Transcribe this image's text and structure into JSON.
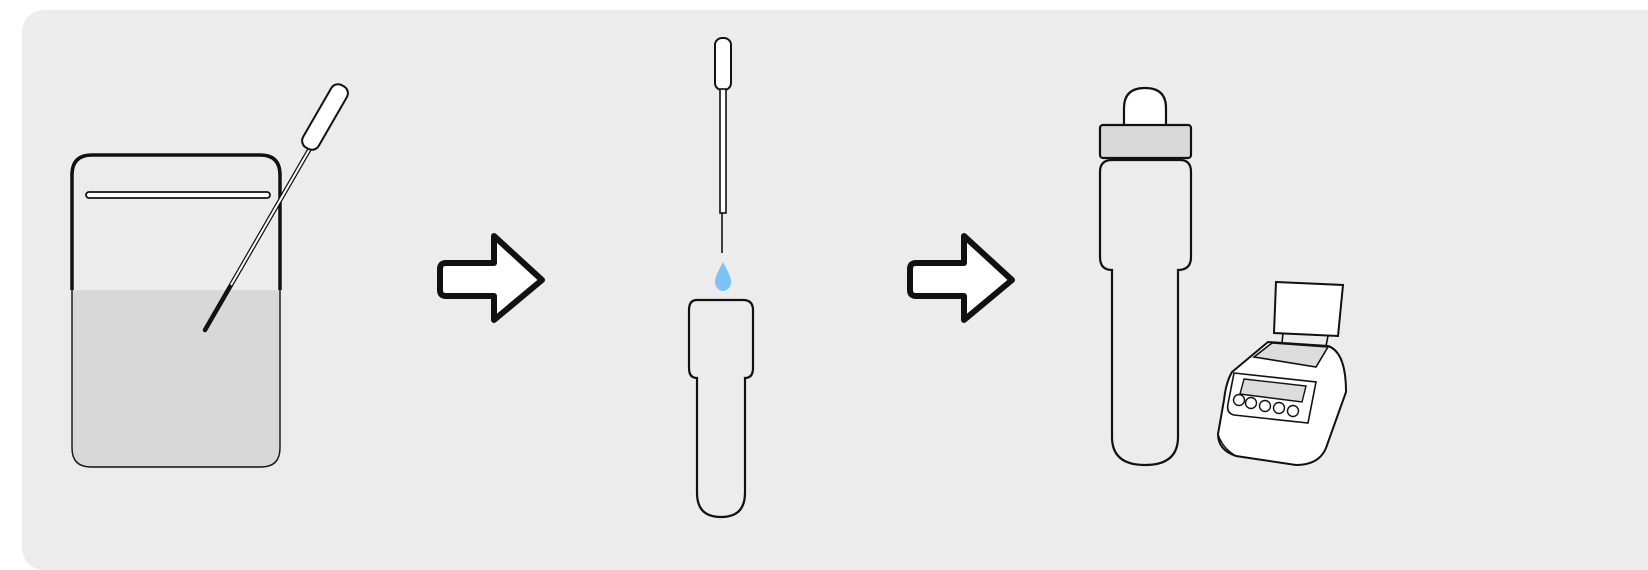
{
  "colors": {
    "panel_background": "#ececec",
    "outline": "#111111",
    "liquid": "#d8d8d8",
    "container_fill": "#ececec",
    "white_fill": "#ffffff",
    "droplet": "#7cc3f5",
    "stopper_fill": "#d9d9d9",
    "display_fill": "#dcdcdc"
  },
  "steps": [
    {
      "name": "step-draw-sample",
      "icons": [
        "beaker-icon",
        "pipette-icon"
      ]
    },
    {
      "name": "step-add-drop-to-tube",
      "icons": [
        "pipette-icon",
        "droplet-icon",
        "test-tube-icon"
      ]
    },
    {
      "name": "step-incubate",
      "icons": [
        "capped-tube-icon",
        "heat-block-icon"
      ]
    }
  ],
  "connectors": [
    "arrow-right-icon",
    "arrow-right-icon"
  ]
}
